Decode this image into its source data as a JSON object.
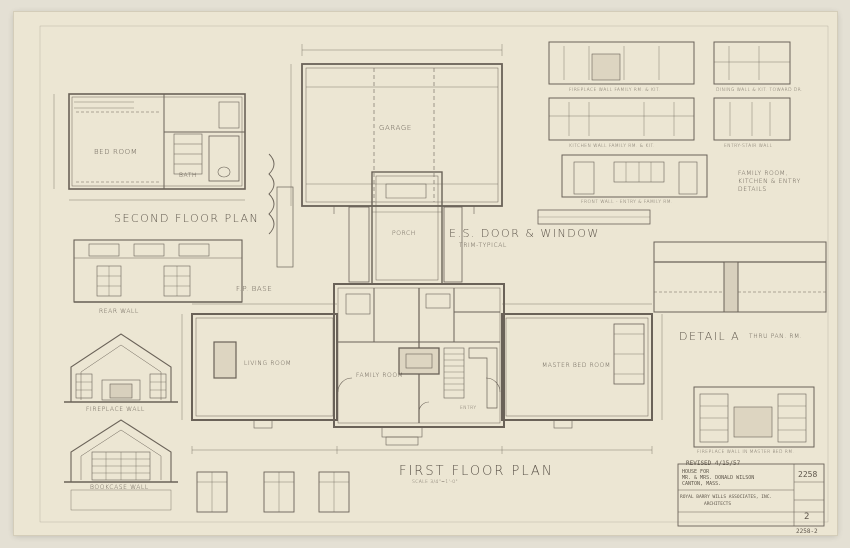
{
  "drawing": {
    "title_second_floor": "SECOND FLOOR PLAN",
    "title_first_floor": "FIRST FLOOR PLAN",
    "title_detail_a": "DETAIL A",
    "title_detail_a_sub": "THRU PAN. RM.",
    "title_fp_base": "F.P. BASE",
    "title_door_window": "E.S. DOOR & WINDOW",
    "title_door_window_sub": "TRIM-TYPICAL",
    "title_family_kitchen": "FAMILY ROOM, KITCHEN & ENTRY DETAILS",
    "title_rear_wall": "REAR WALL",
    "title_fireplace_wall": "FIREPLACE WALL",
    "title_bookcase_wall": "BOOKCASE WALL",
    "title_scale": "SCALE 3/4\"=1'-0\"",
    "rooms": {
      "bedroom": "BED ROOM",
      "bath": "BATH",
      "garage": "GARAGE",
      "porch": "PORCH",
      "living_room": "LIVING ROOM",
      "family_room": "FAMILY ROOM",
      "master_bedroom": "MASTER BED ROOM",
      "entry": "ENTRY"
    },
    "elevation_labels": [
      "FIREPLACE WALL FAMILY RM. & KIT.",
      "KITCHEN WALL FAMILY RM. & KIT.",
      "FRONT WALL - ENTRY & FAMILY RM.",
      "ENTRY-STAIR WALL",
      "DINING WALL & KIT. TOWARD DR.",
      "FIREPLACE WALL IN MASTER BED RM."
    ]
  },
  "title_block": {
    "revision": "REVISED 4/15/57",
    "project_line1": "HOUSE FOR",
    "project_line2": "MR. & MRS. DONALD WILSON",
    "project_line3": "CANTON, MASS.",
    "architect": "ROYAL BARRY WILLS ASSOCIATES, INC.",
    "architect_sub": "ARCHITECTS",
    "job_no": "2258",
    "sheet_no": "2",
    "archive_no": "2258-2"
  },
  "colors": {
    "paper": "#ece6d3",
    "pencil": "#6a6258",
    "background": "#e4e0d4"
  }
}
